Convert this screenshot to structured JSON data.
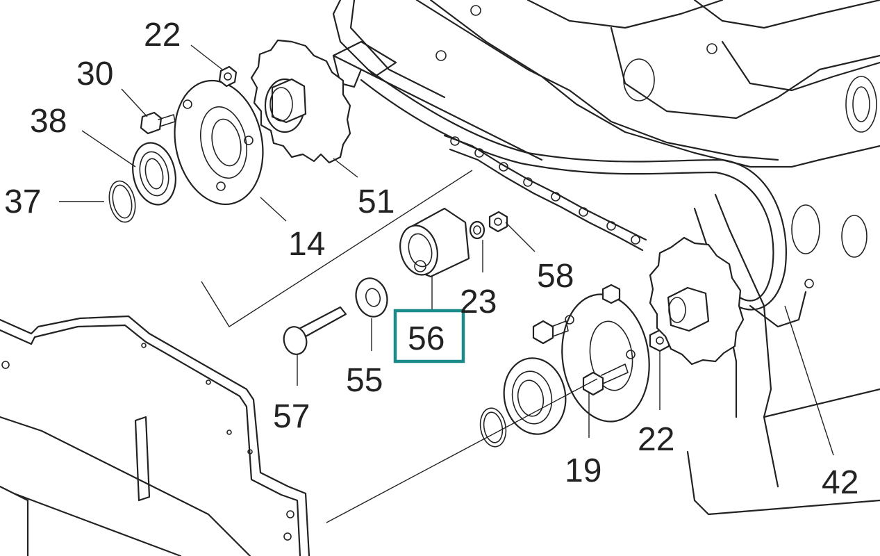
{
  "diagram": {
    "callouts": [
      {
        "id": "c22a",
        "label": "22"
      },
      {
        "id": "c30",
        "label": "30"
      },
      {
        "id": "c38",
        "label": "38"
      },
      {
        "id": "c37",
        "label": "37"
      },
      {
        "id": "c51",
        "label": "51"
      },
      {
        "id": "c14",
        "label": "14"
      },
      {
        "id": "c58",
        "label": "58"
      },
      {
        "id": "c23",
        "label": "23"
      },
      {
        "id": "c56",
        "label": "56"
      },
      {
        "id": "c55",
        "label": "55"
      },
      {
        "id": "c57",
        "label": "57"
      },
      {
        "id": "c19",
        "label": "19"
      },
      {
        "id": "c22b",
        "label": "22"
      },
      {
        "id": "c42",
        "label": "42"
      }
    ],
    "highlighted_part": "56",
    "highlight_color": "#1a8a8a",
    "line_color": "#222222"
  }
}
